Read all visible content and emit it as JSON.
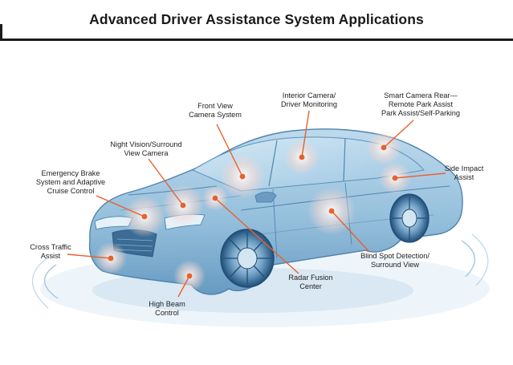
{
  "title": "Advanced Driver Assistance System Applications",
  "colors": {
    "leader": "#e8612c",
    "marker": "#e8612c",
    "car_body": "#8ab8d8",
    "car_outline": "#3f79a8",
    "title_rule": "#1b1b1b"
  },
  "labels": {
    "front_view": [
      "Front View",
      "Camera System"
    ],
    "interior": [
      "Interior Camera/",
      "Driver Monitoring"
    ],
    "smart_rear": [
      "Smart Camera Rear—",
      "Remote Park Assist",
      "Park Assist/Self-Parking"
    ],
    "night_vision": [
      "Night Vision/Surround",
      "View Camera"
    ],
    "side_impact": [
      "Side Impact",
      "Assist"
    ],
    "emergency_brake": [
      "Emergency Brake",
      "System and Adaptive",
      "Cruise Control"
    ],
    "cross_traffic": [
      "Cross Traffic",
      "Assist"
    ],
    "blind_spot": [
      "Blind Spot Detection/",
      "Surround View"
    ],
    "radar_fusion": [
      "Radar Fusion",
      "Center"
    ],
    "high_beam": [
      "High Beam",
      "Control"
    ]
  }
}
